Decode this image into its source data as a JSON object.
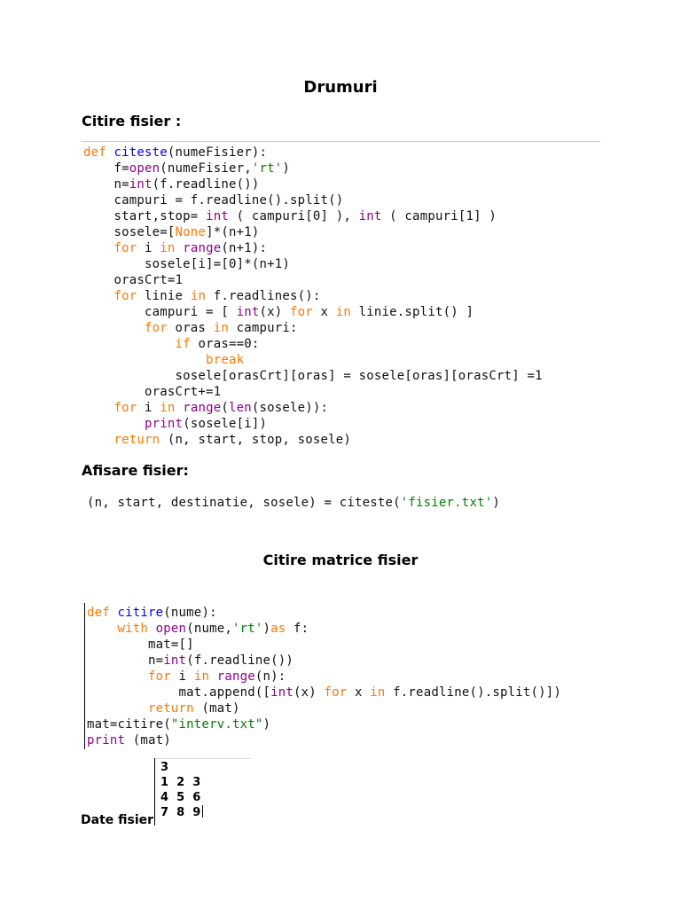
{
  "title": "Drumuri",
  "sections": {
    "read_file": "Citire fisier :",
    "display_file": "Afisare fisier:",
    "read_matrix": "Citire matrice fisier",
    "file_data": "Date fisier"
  },
  "code1": [
    [
      [
        "def ",
        "kw"
      ],
      [
        "citeste",
        "df"
      ],
      [
        "(numeFisier):",
        ""
      ]
    ],
    [
      [
        "    f=",
        ""
      ],
      [
        "open",
        "bi"
      ],
      [
        "(numeFisier,",
        ""
      ],
      [
        "'rt'",
        "st"
      ],
      [
        ")",
        ""
      ]
    ],
    [
      [
        "    n=",
        ""
      ],
      [
        "int",
        "bi"
      ],
      [
        "(f.readline())",
        ""
      ]
    ],
    [
      [
        "    campuri = f.readline().split()",
        ""
      ]
    ],
    [
      [
        "    start,stop= ",
        ""
      ],
      [
        "int",
        "bi"
      ],
      [
        " ( campuri[0] ), ",
        ""
      ],
      [
        "int",
        "bi"
      ],
      [
        " ( campuri[1] )",
        ""
      ]
    ],
    [
      [
        "    sosele=[",
        ""
      ],
      [
        "None",
        "kw"
      ],
      [
        "]*(n+1)",
        ""
      ]
    ],
    [
      [
        "    ",
        ""
      ],
      [
        "for",
        "kw"
      ],
      [
        " i ",
        ""
      ],
      [
        "in",
        "kw"
      ],
      [
        " ",
        ""
      ],
      [
        "range",
        "bi"
      ],
      [
        "(n+1):",
        ""
      ]
    ],
    [
      [
        "        sosele[i]=[0]*(n+1)",
        ""
      ]
    ],
    [
      [
        "    orasCrt=1",
        ""
      ]
    ],
    [
      [
        "    ",
        ""
      ],
      [
        "for",
        "kw"
      ],
      [
        " linie ",
        ""
      ],
      [
        "in",
        "kw"
      ],
      [
        " f.readlines():",
        ""
      ]
    ],
    [
      [
        "        campuri = [ ",
        ""
      ],
      [
        "int",
        "bi"
      ],
      [
        "(x) ",
        ""
      ],
      [
        "for",
        "kw"
      ],
      [
        " x ",
        ""
      ],
      [
        "in",
        "kw"
      ],
      [
        " linie.split() ]",
        ""
      ]
    ],
    [
      [
        "        ",
        ""
      ],
      [
        "for",
        "kw"
      ],
      [
        " oras ",
        ""
      ],
      [
        "in",
        "kw"
      ],
      [
        " campuri:",
        ""
      ]
    ],
    [
      [
        "            ",
        ""
      ],
      [
        "if",
        "kw"
      ],
      [
        " oras==0:",
        ""
      ]
    ],
    [
      [
        "                ",
        ""
      ],
      [
        "break",
        "kw"
      ]
    ],
    [
      [
        "            sosele[orasCrt][oras] = sosele[oras][orasCrt] =1",
        ""
      ]
    ],
    [
      [
        "        orasCrt+=1",
        ""
      ]
    ],
    [
      [
        "    ",
        ""
      ],
      [
        "for",
        "kw"
      ],
      [
        " i ",
        ""
      ],
      [
        "in",
        "kw"
      ],
      [
        " ",
        ""
      ],
      [
        "range",
        "bi"
      ],
      [
        "(",
        ""
      ],
      [
        "len",
        "bi"
      ],
      [
        "(sosele)):",
        ""
      ]
    ],
    [
      [
        "        ",
        ""
      ],
      [
        "print",
        "bi"
      ],
      [
        "(sosele[i])",
        ""
      ]
    ],
    [
      [
        "    ",
        ""
      ],
      [
        "return",
        "kw"
      ],
      [
        " (n, start, stop, sosele)",
        ""
      ]
    ]
  ],
  "code2": [
    [
      [
        "(n, start, destinatie, sosele) = citeste(",
        ""
      ],
      [
        "'fisier.txt'",
        "st"
      ],
      [
        ")",
        ""
      ]
    ]
  ],
  "code3": [
    [
      [
        "def ",
        "kw"
      ],
      [
        "citire",
        "df"
      ],
      [
        "(nume):",
        ""
      ]
    ],
    [
      [
        "    ",
        ""
      ],
      [
        "with",
        "kw"
      ],
      [
        " ",
        ""
      ],
      [
        "open",
        "bi"
      ],
      [
        "(nume,",
        ""
      ],
      [
        "'rt'",
        "st"
      ],
      [
        ")",
        ""
      ],
      [
        "as",
        "kw"
      ],
      [
        " f:",
        ""
      ]
    ],
    [
      [
        "        mat=[]",
        ""
      ]
    ],
    [
      [
        "        n=",
        ""
      ],
      [
        "int",
        "bi"
      ],
      [
        "(f.readline())",
        ""
      ]
    ],
    [
      [
        "        ",
        ""
      ],
      [
        "for",
        "kw"
      ],
      [
        " i ",
        ""
      ],
      [
        "in",
        "kw"
      ],
      [
        " ",
        ""
      ],
      [
        "range",
        "bi"
      ],
      [
        "(n):",
        ""
      ]
    ],
    [
      [
        "            mat.append([",
        ""
      ],
      [
        "int",
        "bi"
      ],
      [
        "(x) ",
        ""
      ],
      [
        "for",
        "kw"
      ],
      [
        " x ",
        ""
      ],
      [
        "in",
        "kw"
      ],
      [
        " f.readline().split()])",
        ""
      ]
    ],
    [
      [
        "        ",
        ""
      ],
      [
        "return",
        "kw"
      ],
      [
        " (mat)",
        ""
      ]
    ],
    [
      [
        "mat=citire(",
        ""
      ],
      [
        "\"interv.txt\"",
        "st"
      ],
      [
        ")",
        ""
      ]
    ],
    [
      [
        "print",
        "bi"
      ],
      [
        " (mat)",
        ""
      ]
    ]
  ],
  "matrix": [
    "3",
    "1  2  3",
    "4  5  6",
    "7  8  9"
  ]
}
